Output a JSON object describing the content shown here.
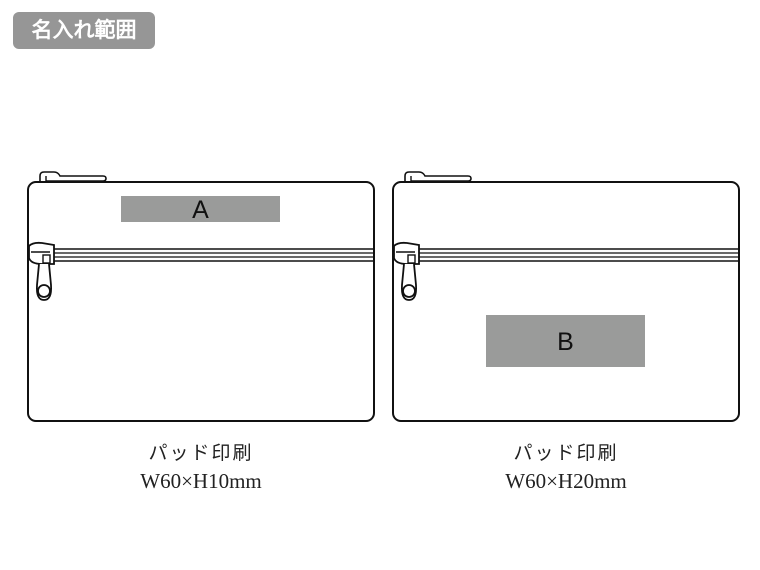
{
  "header": {
    "badge_label": "名入れ範囲"
  },
  "diagrams": [
    {
      "area_label": "A",
      "print_method": "パッド印刷",
      "print_size": "W60×H10mm",
      "area_position": "top-center"
    },
    {
      "area_label": "B",
      "print_method": "パッド印刷",
      "print_size": "W60×H20mm",
      "area_position": "bottom-center"
    }
  ],
  "colors": {
    "badge_bg": "#969696",
    "print_area_fill": "#9a9b9a",
    "outline": "#111111"
  }
}
